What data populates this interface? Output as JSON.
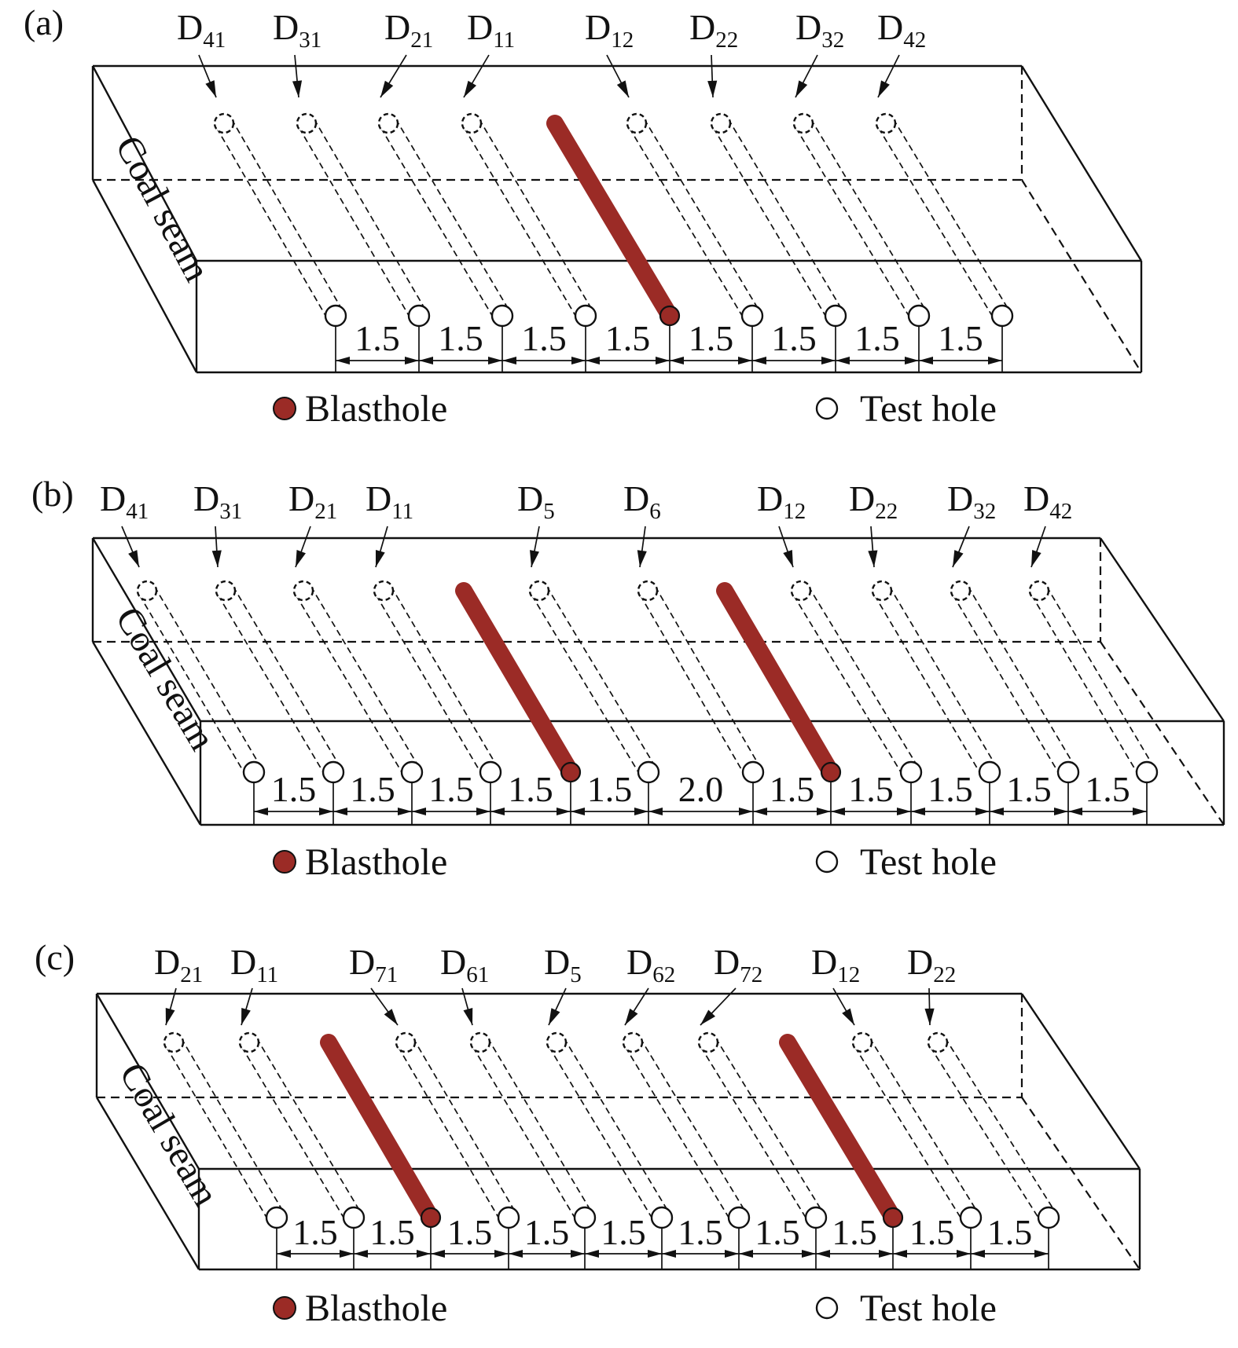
{
  "legend": {
    "blasthole": "Blasthole",
    "test_hole": "Test hole"
  },
  "seam_label": "Coal seam",
  "colors": {
    "blasthole": "#9b2b26",
    "ink": "#111111"
  },
  "panels": [
    {
      "tag": "(a)",
      "holes": [
        {
          "type": "test",
          "main": "D",
          "sub": "41"
        },
        {
          "type": "test",
          "main": "D",
          "sub": "31"
        },
        {
          "type": "test",
          "main": "D",
          "sub": "21"
        },
        {
          "type": "test",
          "main": "D",
          "sub": "11"
        },
        {
          "type": "blast"
        },
        {
          "type": "test",
          "main": "D",
          "sub": "12"
        },
        {
          "type": "test",
          "main": "D",
          "sub": "22"
        },
        {
          "type": "test",
          "main": "D",
          "sub": "32"
        },
        {
          "type": "test",
          "main": "D",
          "sub": "42"
        }
      ],
      "spacings": [
        "1.5",
        "1.5",
        "1.5",
        "1.5",
        "1.5",
        "1.5",
        "1.5",
        "1.5"
      ]
    },
    {
      "tag": "(b)",
      "holes": [
        {
          "type": "test",
          "main": "D",
          "sub": "41"
        },
        {
          "type": "test",
          "main": "D",
          "sub": "31"
        },
        {
          "type": "test",
          "main": "D",
          "sub": "21"
        },
        {
          "type": "test",
          "main": "D",
          "sub": "11"
        },
        {
          "type": "blast"
        },
        {
          "type": "test",
          "main": "D",
          "sub": "5"
        },
        {
          "type": "test",
          "main": "D",
          "sub": "6"
        },
        {
          "type": "blast"
        },
        {
          "type": "test",
          "main": "D",
          "sub": "12"
        },
        {
          "type": "test",
          "main": "D",
          "sub": "22"
        },
        {
          "type": "test",
          "main": "D",
          "sub": "32"
        },
        {
          "type": "test",
          "main": "D",
          "sub": "42"
        }
      ],
      "spacings": [
        "1.5",
        "1.5",
        "1.5",
        "1.5",
        "1.5",
        "2.0",
        "1.5",
        "1.5",
        "1.5",
        "1.5",
        "1.5"
      ]
    },
    {
      "tag": "(c)",
      "holes": [
        {
          "type": "test",
          "main": "D",
          "sub": "21"
        },
        {
          "type": "test",
          "main": "D",
          "sub": "11"
        },
        {
          "type": "blast"
        },
        {
          "type": "test",
          "main": "D",
          "sub": "71"
        },
        {
          "type": "test",
          "main": "D",
          "sub": "61"
        },
        {
          "type": "test",
          "main": "D",
          "sub": "5"
        },
        {
          "type": "test",
          "main": "D",
          "sub": "62"
        },
        {
          "type": "test",
          "main": "D",
          "sub": "72"
        },
        {
          "type": "blast"
        },
        {
          "type": "test",
          "main": "D",
          "sub": "12"
        },
        {
          "type": "test",
          "main": "D",
          "sub": "22"
        }
      ],
      "spacings": [
        "1.5",
        "1.5",
        "1.5",
        "1.5",
        "1.5",
        "1.5",
        "1.5",
        "1.5",
        "1.5",
        "1.5"
      ]
    }
  ]
}
